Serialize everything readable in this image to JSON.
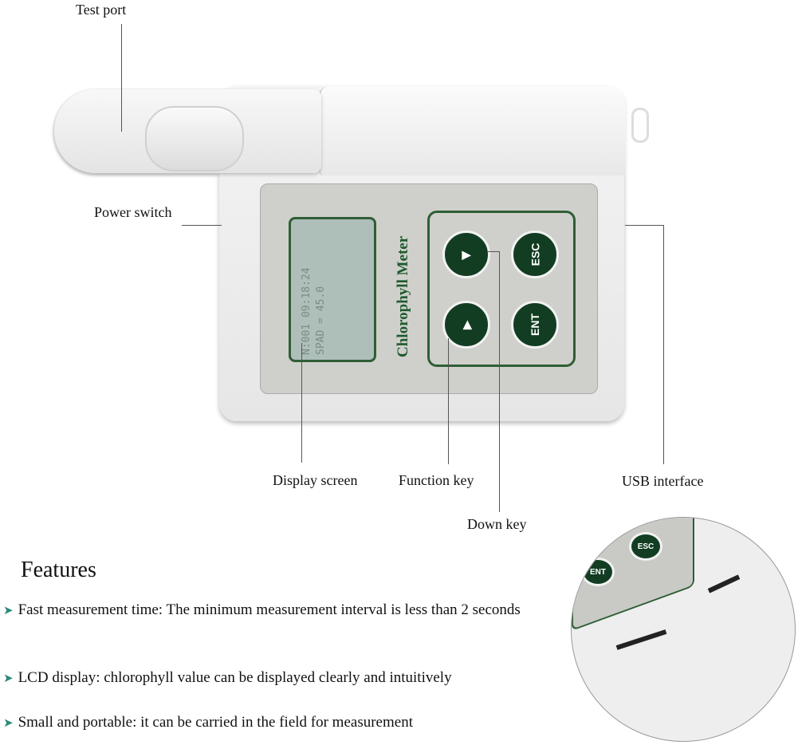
{
  "labels": {
    "test_port": "Test port",
    "power_switch": "Power switch",
    "display_screen": "Display screen",
    "function_key": "Function key",
    "down_key": "Down key",
    "usb_interface": "USB interface"
  },
  "device": {
    "brand": "Chlorophyll Meter",
    "lcd_line1": "N:001 09:18:24",
    "lcd_line2": "SPAD = 45.0",
    "keys": {
      "esc": "ESC",
      "ent": "ENT"
    }
  },
  "inset": {
    "keys": {
      "ent": "ENT",
      "esc": "ESC"
    }
  },
  "features": {
    "title": "Features",
    "items": [
      "Fast measurement time: The minimum measurement interval is less than 2 seconds",
      "LCD display: chlorophyll value can be displayed clearly and intuitively",
      "Small and portable: it can be carried in the field for measurement"
    ]
  },
  "colors": {
    "accent": "#1f5a2b",
    "bullet": "#2a8a7a"
  }
}
